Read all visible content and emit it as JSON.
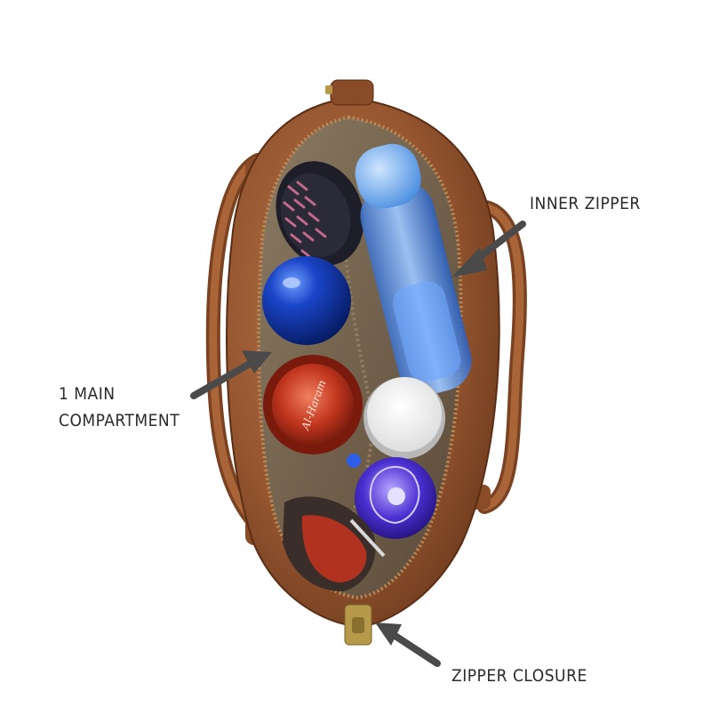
{
  "labels": {
    "inner_zipper": "INNER ZIPPER",
    "main_compartment_line1": "1 MAIN",
    "main_compartment_line2": "COMPARTMENT",
    "zipper_closure": "ZIPPER CLOSURE"
  },
  "items": {
    "perfume_label": "Al-Haram"
  },
  "colors": {
    "leather": "#9a5a33",
    "leather_dark": "#6e3b1f",
    "lining": "#7a6a55",
    "arrow": "#4a4a4a"
  }
}
